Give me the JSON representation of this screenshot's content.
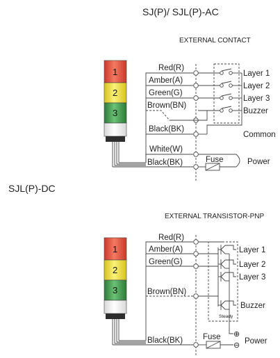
{
  "ac": {
    "title": "SJ(P)/ SJL(P)-AC",
    "heading": "EXTERNAL CONTACT",
    "tiers": [
      "1",
      "2",
      "3"
    ],
    "wires": [
      "Red(R)",
      "Amber(A)",
      "Green(G)",
      "Brown(BN)",
      "Black(BK)",
      "White(W)",
      "Black(BK)"
    ],
    "outputs": [
      "Layer 1",
      "Layer 2",
      "Layer 3",
      "Buzzer",
      "Common",
      "Power"
    ],
    "fuse": "Fuse"
  },
  "dc": {
    "title": "SJL(P)-DC",
    "heading": "EXTERNAL TRANSISTOR-PNP",
    "tiers": [
      "1",
      "2",
      "3"
    ],
    "wires": [
      "Red(R)",
      "Amber(A)",
      "Green(G)",
      "Brown(BN)",
      "Black(BK)"
    ],
    "outputs": [
      "Layer 1",
      "Layer 2",
      "Layer 3",
      "Buzzer",
      "Power"
    ],
    "fuse": "Fuse",
    "steady": "Steady",
    "plus": "⊕",
    "minus": "⊖"
  },
  "colors": {
    "red": "#e8503e",
    "amber": "#f0e03a",
    "green": "#3b9a4a",
    "clear": "#eeeeee",
    "base": "#2e2e2e"
  }
}
